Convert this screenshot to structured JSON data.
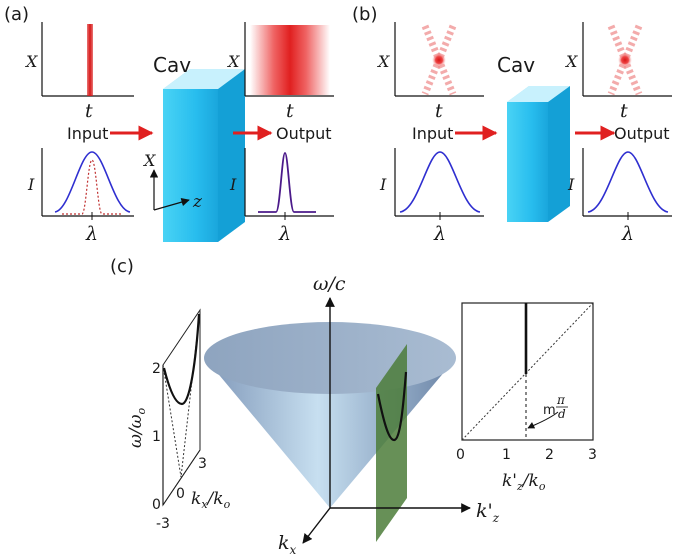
{
  "panels": {
    "a": {
      "label": "(a)",
      "cav_label": "Cav",
      "input_label": "Input",
      "output_label": "Output",
      "axis_x": "X",
      "axis_t": "t",
      "axis_i": "I",
      "axis_lambda": "λ",
      "axis_z": "z"
    },
    "b": {
      "label": "(b)",
      "cav_label": "Cav",
      "input_label": "Input",
      "output_label": "Output",
      "axis_x": "X",
      "axis_t": "t",
      "axis_i": "I",
      "axis_lambda": "λ"
    },
    "c": {
      "label": "(c)",
      "omega_c": "ω/c",
      "omega_ratio": "ω/ω",
      "omega_sub": "o",
      "kx_ratio_k": "k",
      "kx_ratio_sub": "x",
      "kx_ratio_den": "/k",
      "kx_ratio_den_sub": "o",
      "kz_ratio_k": "k'",
      "kz_ratio_sub": "z",
      "kz_ratio_den": "/k",
      "kz_ratio_den_sub": "o",
      "axis_kx": "k",
      "axis_kx_sub": "x",
      "axis_kz": "k'",
      "axis_kz_sub": "z",
      "m_pi_m": "m",
      "m_pi_num": "π",
      "m_pi_den": "d",
      "left_ticks_y": [
        "0",
        "1",
        "2"
      ],
      "left_ticks_x": [
        "-3",
        "0",
        "3"
      ],
      "right_ticks_x": [
        "0",
        "1",
        "2",
        "3"
      ]
    }
  },
  "colors": {
    "red": "#e02020",
    "blue": "#2f2fd0",
    "purple": "#4b1a8a",
    "cav_front": "#2ec4f0",
    "cav_side": "#7fdcf7",
    "plane": "#4c7c3a"
  }
}
